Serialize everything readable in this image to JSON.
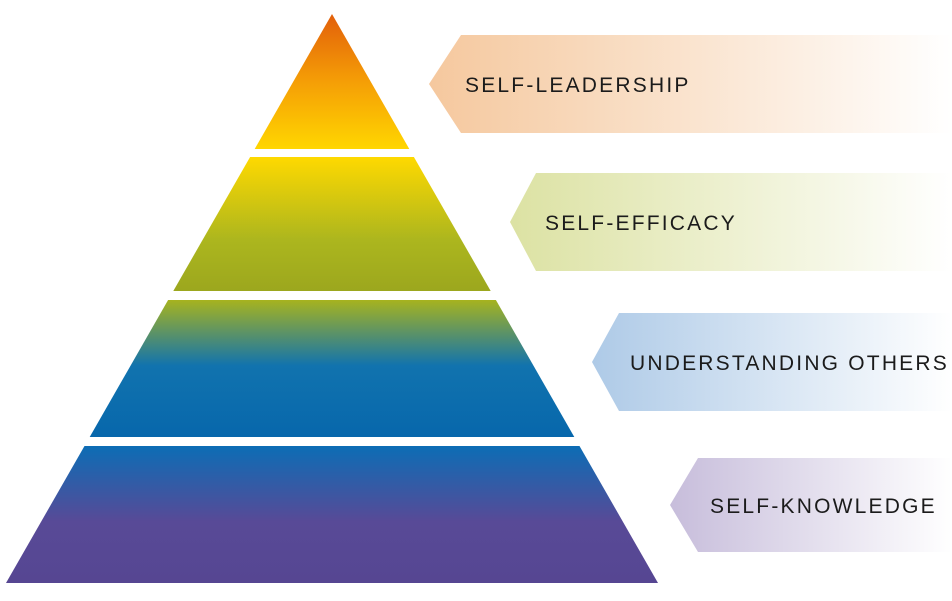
{
  "diagram": {
    "type": "pyramid",
    "background_color": "#FFFFFF",
    "text_color": "#1B1B1B",
    "banner_fade_color": "#FFFFFF",
    "levels": [
      {
        "rank": 1,
        "label": "SELF-LEADERSHIP",
        "pyramid_gradient": {
          "top": "#E25F0A",
          "mid": "#F59E06",
          "bottom": "#FFD600"
        },
        "banner_color": "#F5C89E"
      },
      {
        "rank": 2,
        "label": "SELF-EFFICACY",
        "pyramid_gradient": {
          "top": "#FFD900",
          "mid": "#ACB61E",
          "bottom": "#9CA71E"
        },
        "banner_color": "#DCE2A3"
      },
      {
        "rank": 3,
        "label": "UNDERSTANDING OTHERS",
        "pyramid_gradient": {
          "top": "#A6B31F",
          "mid": "#1173AE",
          "bottom": "#0767AC"
        },
        "banner_color": "#AECAE7"
      },
      {
        "rank": 4,
        "label": "SELF-KNOWLEDGE",
        "pyramid_gradient": {
          "top": "#0C6DB5",
          "mid": "#584A97",
          "bottom": "#564692"
        },
        "banner_color": "#C7BDDB"
      }
    ]
  }
}
